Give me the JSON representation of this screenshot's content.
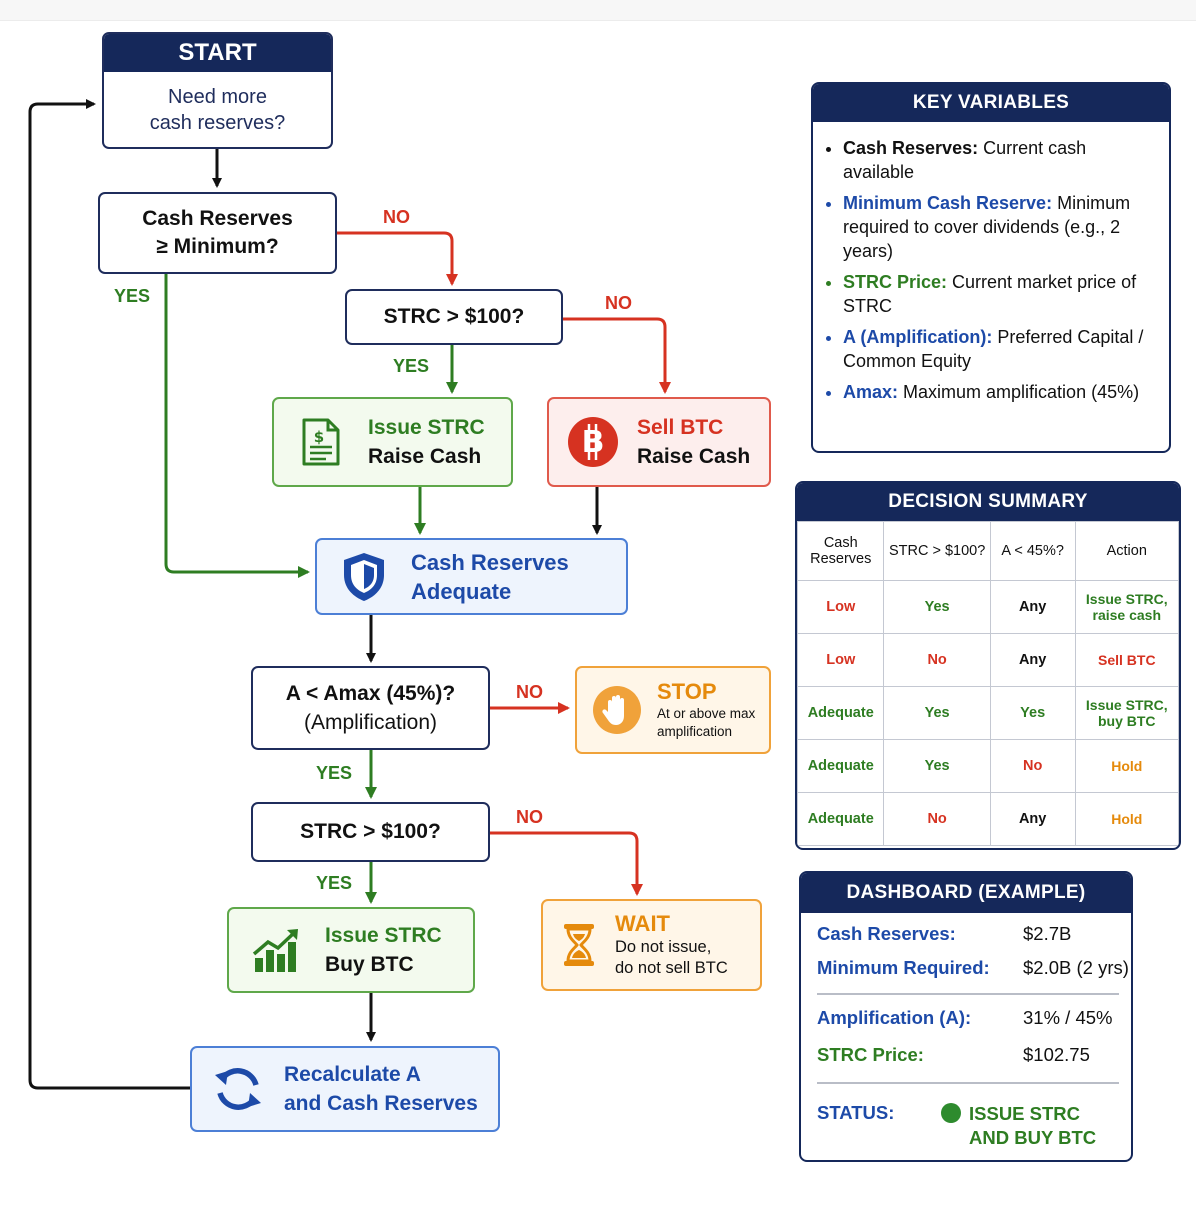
{
  "flow": {
    "start": {
      "header": "START",
      "line1": "Need more",
      "line2": "cash reserves?"
    },
    "decision_cash": {
      "line1": "Cash Reserves",
      "line2": "≥ Minimum?"
    },
    "decision_strc_1": {
      "text": "STRC > $100?"
    },
    "issue_strc_raise": {
      "line1": "Issue STRC",
      "line2": "Raise Cash",
      "icon": "document-dollar-icon"
    },
    "sell_btc": {
      "line1": "Sell BTC",
      "line2": "Raise Cash",
      "icon": "bitcoin-icon"
    },
    "cash_adequate": {
      "line1": "Cash Reserves",
      "line2": "Adequate",
      "icon": "shield-icon"
    },
    "decision_amp": {
      "line1": "A < Amax (45%)?",
      "line2": "(Amplification)"
    },
    "stop": {
      "title": "STOP",
      "line1": "At or above max",
      "line2": "amplification",
      "icon": "hand-icon"
    },
    "decision_strc_2": {
      "text": "STRC > $100?"
    },
    "issue_strc_buy": {
      "line1": "Issue STRC",
      "line2": "Buy BTC",
      "icon": "growth-chart-icon"
    },
    "wait": {
      "title": "WAIT",
      "line1": "Do not issue,",
      "line2": "do not sell BTC",
      "icon": "hourglass-icon"
    },
    "recalc": {
      "line1": "Recalculate A",
      "line2": "and Cash Reserves",
      "icon": "refresh-icon"
    },
    "labels": {
      "yes": "YES",
      "no": "NO"
    }
  },
  "key_variables": {
    "title": "KEY VARIABLES",
    "items": [
      {
        "term": "Cash Reserves:",
        "desc": "Current cash available",
        "color": "#111111"
      },
      {
        "term": "Minimum Cash Reserve:",
        "desc": "Minimum required to cover dividends (e.g., 2 years)",
        "color": "#1d4aa8"
      },
      {
        "term": "STRC Price:",
        "desc": "Current market price of STRC",
        "color": "#2e7d22"
      },
      {
        "term": "A (Amplification):",
        "desc": "Preferred Capital / Common Equity",
        "color": "#1d4aa8"
      },
      {
        "term": "Amax:",
        "desc": "Maximum amplification (45%)",
        "color": "#1d4aa8"
      }
    ]
  },
  "decision_summary": {
    "title": "DECISION SUMMARY",
    "headers": [
      "Cash Reserves",
      "STRC > $100?",
      "A < 45%?",
      "Action"
    ],
    "rows": [
      [
        "Low",
        "Yes",
        "Any",
        "Issue STRC, raise cash"
      ],
      [
        "Low",
        "No",
        "Any",
        "Sell BTC"
      ],
      [
        "Adequate",
        "Yes",
        "Yes",
        "Issue STRC, buy BTC"
      ],
      [
        "Adequate",
        "Yes",
        "No",
        "Hold"
      ],
      [
        "Adequate",
        "No",
        "Any",
        "Hold"
      ]
    ],
    "colors": [
      [
        "#d63221",
        "#2e7d22",
        "#111111",
        "#2e7d22"
      ],
      [
        "#d63221",
        "#d63221",
        "#111111",
        "#d63221"
      ],
      [
        "#2e7d22",
        "#2e7d22",
        "#2e7d22",
        "#2e7d22"
      ],
      [
        "#2e7d22",
        "#2e7d22",
        "#d63221",
        "#e58a0c"
      ],
      [
        "#2e7d22",
        "#d63221",
        "#111111",
        "#e58a0c"
      ]
    ]
  },
  "dashboard": {
    "title": "DASHBOARD (EXAMPLE)",
    "cash_reserves_label": "Cash Reserves:",
    "cash_reserves_value": "$2.7B",
    "minimum_label": "Minimum Required:",
    "minimum_value": "$2.0B (2 yrs)",
    "amp_label": "Amplification (A):",
    "amp_value": "31% / 45%",
    "price_label": "STRC Price:",
    "price_value": "$102.75",
    "status_label": "STATUS:",
    "status_line1": "ISSUE STRC",
    "status_line2": "AND BUY BTC",
    "status_color": "#2e8b2e"
  },
  "colors": {
    "navy": "#15285a",
    "green": "#2e7d22",
    "red": "#d63221",
    "orange": "#f0a23a",
    "blue": "#1d4aa8"
  }
}
